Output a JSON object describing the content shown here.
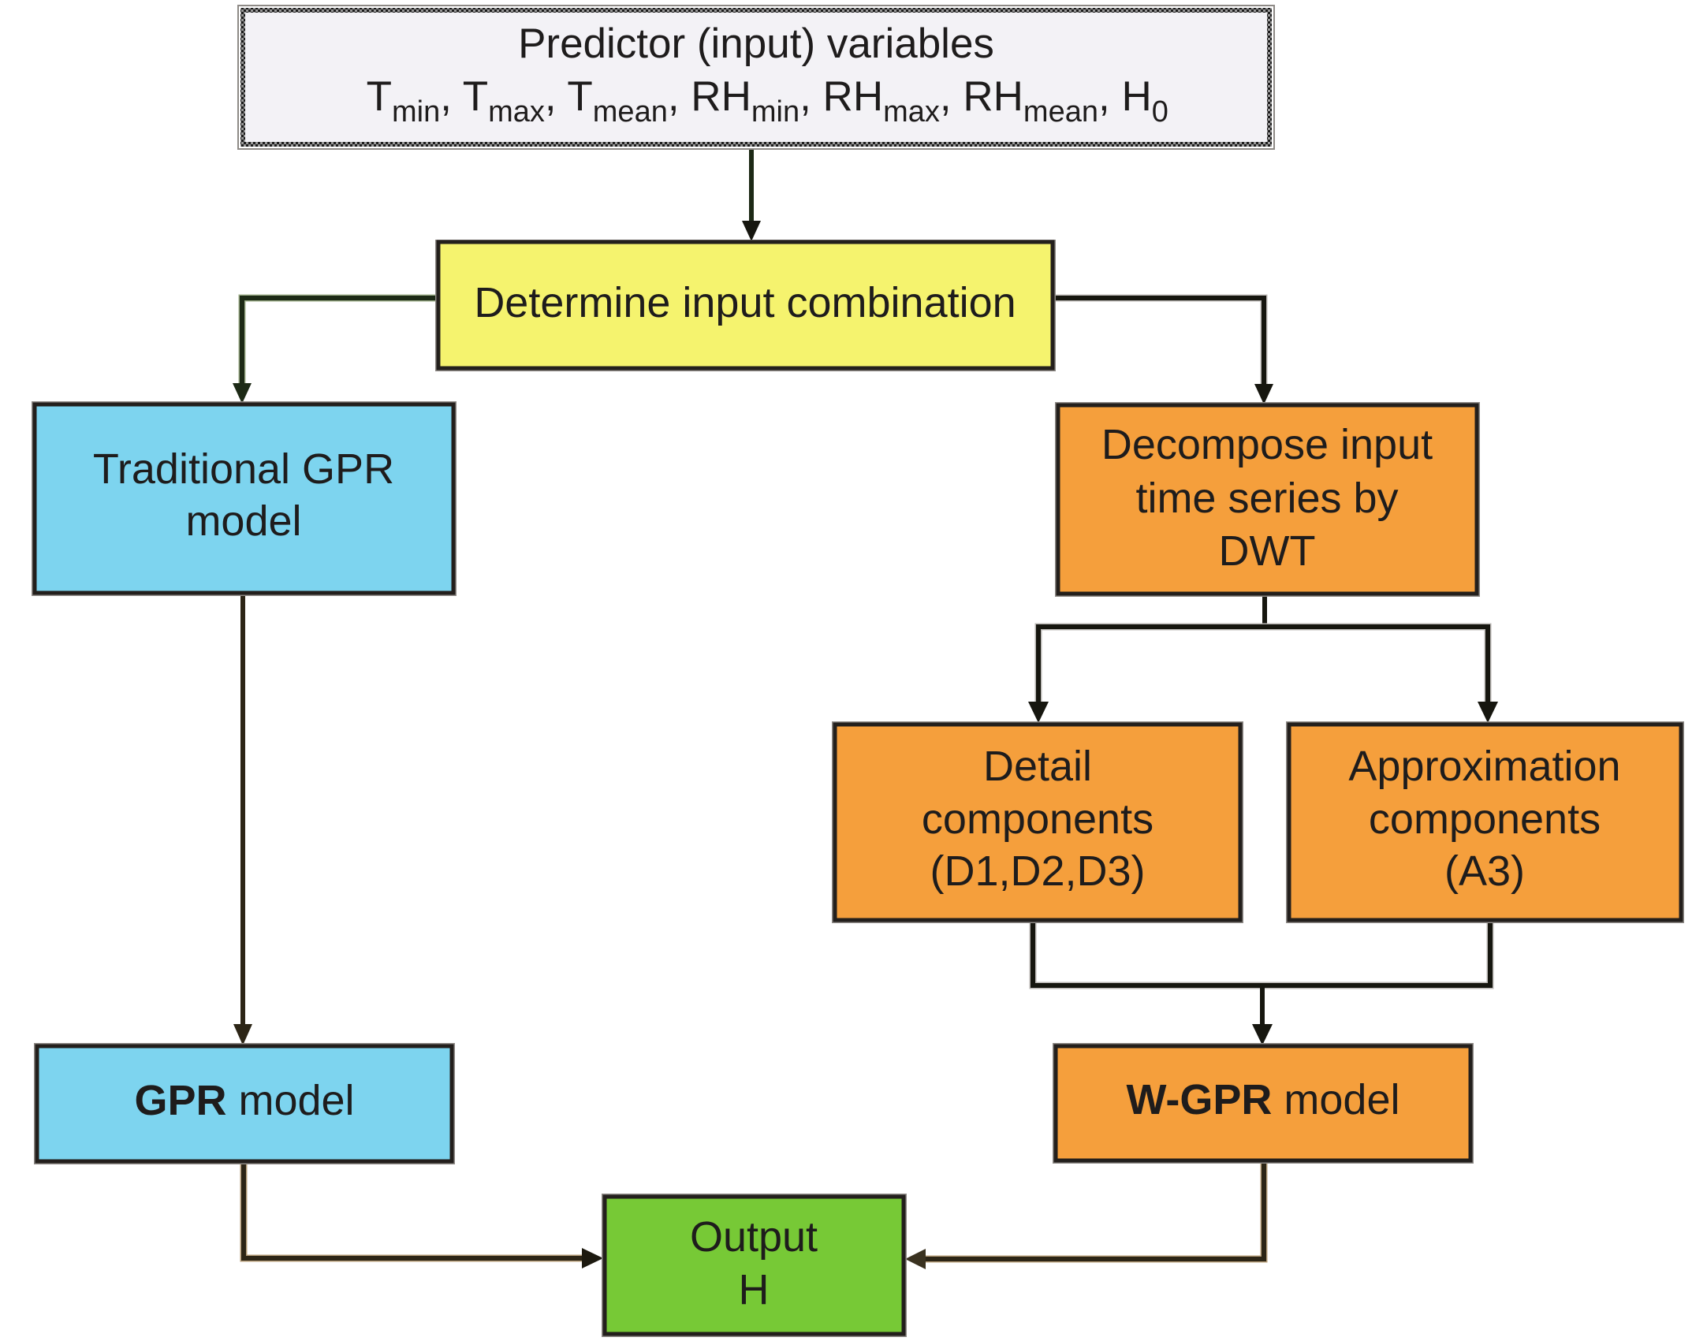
{
  "title": "GPR / W-GPR modelling flowchart",
  "colors": {
    "input_box": "#f3f2f6",
    "combination_box": "#f5f36e",
    "gpr_box": "#7dd4ef",
    "wavelet_box": "#f59f3c",
    "output_box": "#77c936",
    "connector": "#16160f"
  },
  "nodes": {
    "input": {
      "title": "Predictor (input) variables",
      "variables": [
        {
          "base": "T",
          "sub": "min",
          "sep": ", "
        },
        {
          "base": "T",
          "sub": "max",
          "sep": ", "
        },
        {
          "base": "T",
          "sub": "mean",
          "sep": ", "
        },
        {
          "base": "RH",
          "sub": "min",
          "sep": ", "
        },
        {
          "base": "RH",
          "sub": "max",
          "sep": ", "
        },
        {
          "base": "RH",
          "sub": "mean",
          "sep": ", "
        },
        {
          "base": "H",
          "sub": "0",
          "sep": ""
        }
      ]
    },
    "combination": {
      "lines": [
        "Determine input combination"
      ]
    },
    "traditional_gpr": {
      "lines": [
        "Traditional GPR",
        "model"
      ]
    },
    "decompose": {
      "lines": [
        "Decompose input",
        "time series by",
        "DWT"
      ]
    },
    "detail": {
      "lines": [
        "Detail",
        "components",
        "(D1,D2,D3)"
      ]
    },
    "approximation": {
      "lines": [
        "Approximation",
        "components",
        "(A3)"
      ]
    },
    "gpr_model": {
      "bold": "GPR",
      "rest": " model"
    },
    "wgpr_model": {
      "bold": "W-GPR",
      "rest": " model"
    },
    "output": {
      "lines": [
        "Output",
        "H"
      ]
    }
  },
  "edges": [
    {
      "from": "input",
      "to": "combination"
    },
    {
      "from": "combination",
      "to": "traditional_gpr"
    },
    {
      "from": "combination",
      "to": "decompose"
    },
    {
      "from": "decompose",
      "to": "detail"
    },
    {
      "from": "decompose",
      "to": "approximation"
    },
    {
      "from": "detail",
      "to": "wgpr_model"
    },
    {
      "from": "approximation",
      "to": "wgpr_model"
    },
    {
      "from": "traditional_gpr",
      "to": "gpr_model"
    },
    {
      "from": "gpr_model",
      "to": "output"
    },
    {
      "from": "wgpr_model",
      "to": "output"
    }
  ]
}
